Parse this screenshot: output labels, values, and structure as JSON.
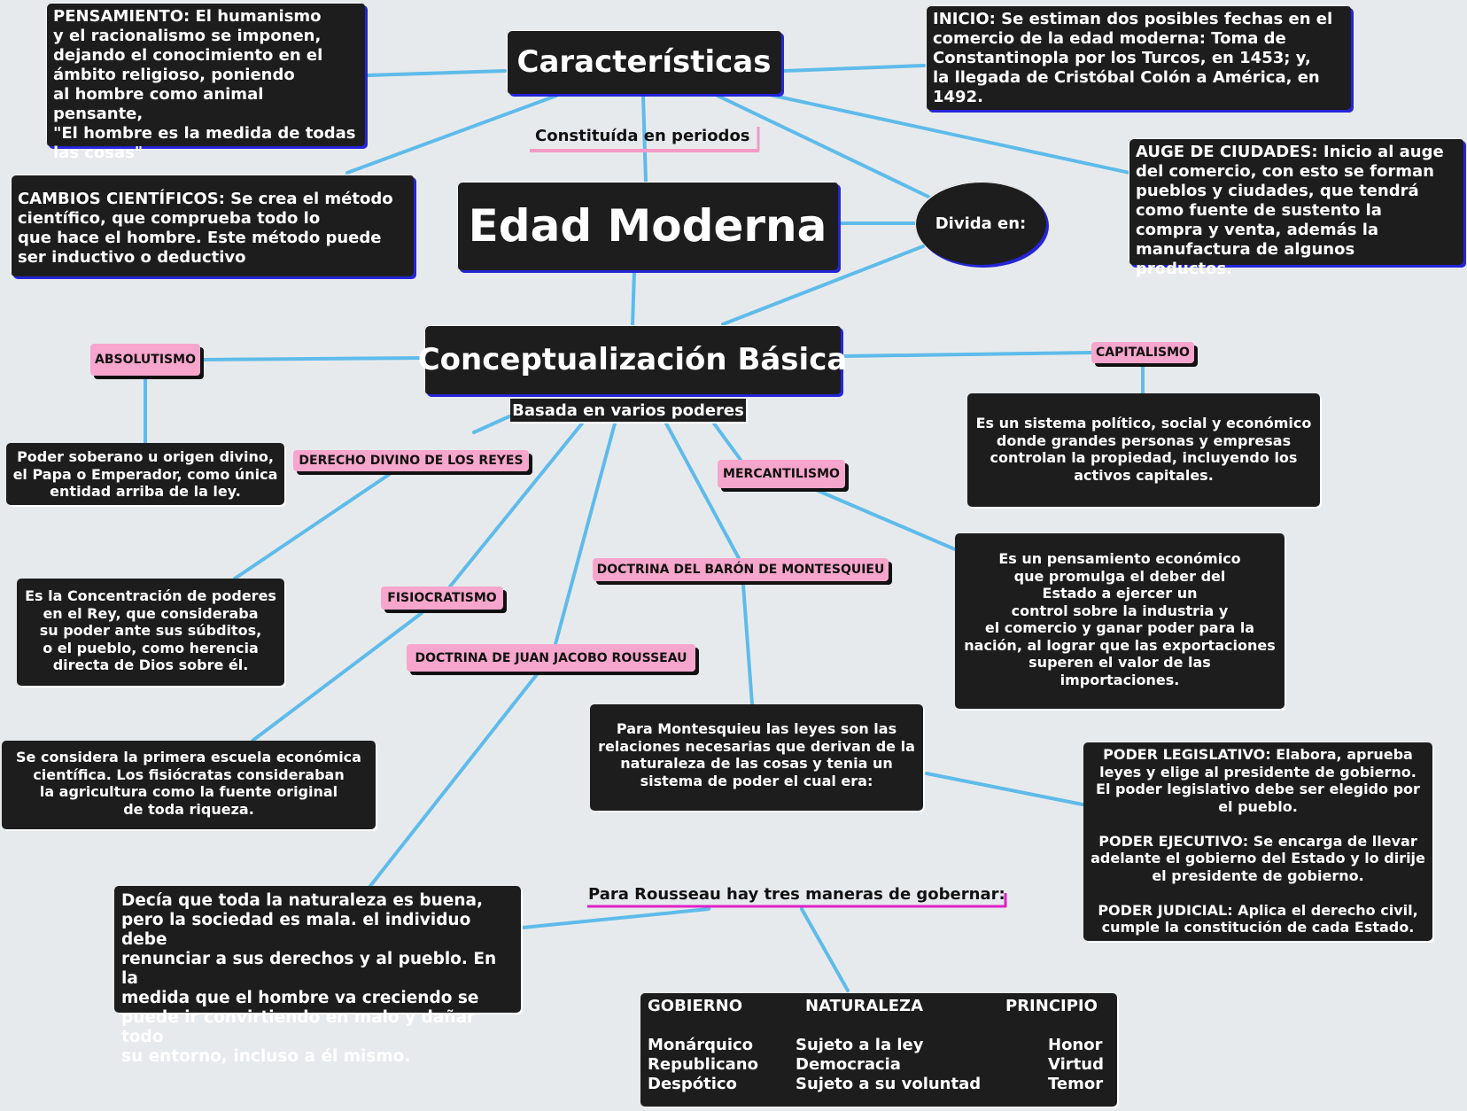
{
  "nodes": {
    "caracteristicas": "Características",
    "edad_moderna": "Edad Moderna",
    "conceptualizacion": "Conceptualización Básica",
    "divida": "Divida en:",
    "constituida": "Constituída en periodos",
    "basada": "Basada en varios poderes",
    "pensamiento": "PENSAMIENTO: El humanismo\ny el racionalismo se imponen,\ndejando el conocimiento en el\námbito religioso, poniendo\nal hombre como animal pensante,\n\"El hombre es la medida de todas\nlas cosas\"",
    "cambios": "CAMBIOS CIENTÍFICOS: Se crea el método\ncientífico, que comprueba todo lo\nque hace el hombre. Este método puede\nser inductivo o deductivo",
    "inicio": "INICIO: Se estiman dos posibles fechas en el\ncomercio de la edad moderna: Toma de\nConstantinopla por los Turcos, en 1453; y,\nla llegada de Cristóbal Colón a América, en\n1492.",
    "auge": "AUGE DE CIUDADES: Inicio al auge\ndel comercio, con esto se forman\npueblos y ciudades, que tendrá\ncomo fuente de sustento la\ncompra y venta, además la\nmanufactura de algunos productos.",
    "absolutismo": "ABSOLUTISMO",
    "absolutismo_desc": "Poder soberano u origen divino,\nel Papa o Emperador, como única\nentidad arriba de la ley.",
    "derecho": "DERECHO DIVINO DE LOS REYES",
    "derecho_desc": "Es la Concentración de poderes\nen el Rey, que consideraba\nsu poder ante sus súbditos,\no el pueblo, como herencia\ndirecta de Dios sobre él.",
    "fisiocratismo": "FISIOCRATISMO",
    "fisiocratismo_desc": "Se considera la primera escuela económica\ncientífica. Los fisiócratas consideraban\nla agricultura como la fuente original\nde toda riqueza.",
    "rousseau": "DOCTRINA DE JUAN JACOBO ROUSSEAU",
    "rousseau_desc": "Decía que toda la naturaleza es buena,\npero la sociedad es mala. el individuo debe\nrenunciar a sus derechos y al pueblo. En la\nmedida que el hombre va creciendo se\npuede ir convirtiendo en malo y dañar todo\nsu entorno, incluso a él mismo.",
    "rousseau_label": "Para Rousseau hay tres maneras de gobernar:",
    "montesquieu": "DOCTRINA DEL BARÓN DE MONTESQUIEU",
    "montesquieu_desc": "Para Montesquieu las leyes son las\nrelaciones necesarias que derivan de la\nnaturaleza de las cosas y tenia un\nsistema de poder el cual era:",
    "poderes": "PODER LEGISLATIVO: Elabora, aprueba\nleyes y elige al presidente de gobierno.\nEl poder legislativo debe ser elegido por\nel pueblo.\n\nPODER EJECUTIVO: Se encarga de llevar\nadelante el gobierno del Estado y lo dirije\nel presidente de gobierno.\n\nPODER JUDICIAL: Aplica el derecho civil,\ncumple la constitución de cada Estado.",
    "mercantilismo": "MERCANTILISMO",
    "mercantilismo_desc": "Es un pensamiento económico\nque promulga el deber del\nEstado a ejercer un\ncontrol sobre la industria y\nel comercio y ganar poder para la\nnación, al lograr que las exportaciones\nsuperen el valor de las\nimportaciones.",
    "capitalismo": "CAPITALISMO",
    "capitalismo_desc": "Es un sistema político, social y económico\ndonde grandes personas y empresas\ncontrolan la propiedad, incluyendo los\nactivos capitales."
  },
  "table": {
    "headers": [
      "GOBIERNO",
      "NATURALEZA",
      "PRINCIPIO"
    ],
    "gobierno": "Monárquico\nRepublicano\nDespótico",
    "naturaleza": "Sujeto a la ley\nDemocracia\nSujeto a su voluntad",
    "principio": "Honor\nVirtud\nTemor"
  },
  "colors": {
    "background": "#e7eaec",
    "node": "#1d1d1d",
    "node_shadow": "#2525d6",
    "tag": "#f6a6cc",
    "connector": "#5ebbea",
    "underline_magenta": "#e020c8"
  }
}
